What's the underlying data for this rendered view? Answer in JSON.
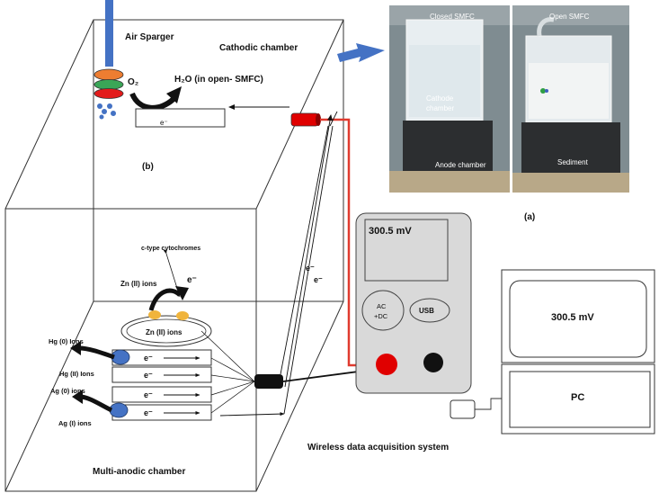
{
  "cathode_section": {
    "label_b": "(b)",
    "air_sparger": "Air Sparger",
    "cathodic_chamber": "Cathodic chamber",
    "o2": "O₂",
    "h2o": "H₂O (in open- SMFC)",
    "electron": "e⁻"
  },
  "anode_section": {
    "multi_anodic_chamber": "Multi-anodic chamber",
    "c_type_cytochromes": "c-type cytochromes",
    "zn_ions": "Zn (II) ions",
    "zn_ions_inner": "Zn (II) ions",
    "hg0": "Hg (0) Ions",
    "hg2": "Hg (II) Ions",
    "ag0": "Ag (0) ions",
    "ag1": "Ag (I) ions",
    "electron": "e⁻",
    "wire_electron": "e⁻"
  },
  "multimeter": {
    "reading": "300.5 mV",
    "ac_dc_line1": "AC",
    "ac_dc_line2": "+DC",
    "usb": "USB"
  },
  "pc": {
    "reading": "300.5 mV",
    "label": "PC"
  },
  "wireless_label": "Wireless data acquisition system",
  "photo": {
    "label_a": "(a)",
    "closed": "Closed SMFC",
    "open": "Open SMFC",
    "cathode": "Cathode",
    "chamber": "chamber",
    "anode_chamber": "Anode chamber",
    "sediment": "Sediment"
  },
  "colors": {
    "sparger_blue": "#4472c4",
    "arrow_blue": "#4472c4",
    "wire_red": "#e03a2f",
    "red_terminal": "#e00000",
    "orange_disc": "#ed7d31",
    "green_disc": "#3aa657",
    "red_disc": "#e31b1b",
    "cytochrome": "#f0b43c"
  }
}
